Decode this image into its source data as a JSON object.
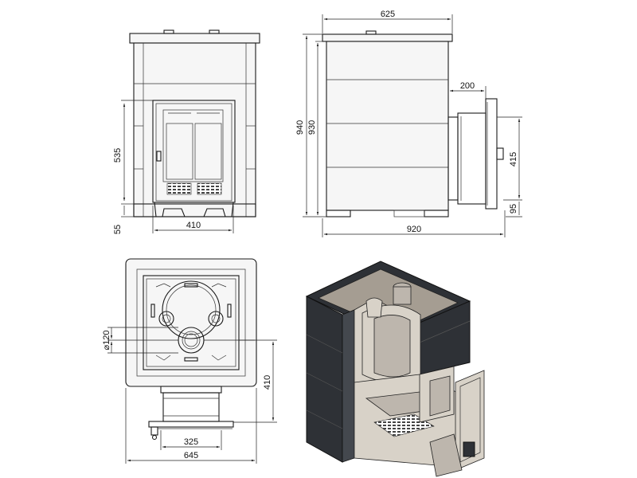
{
  "dimensions": {
    "front_height_overall": "940",
    "front_door_height": "535",
    "front_leg_height": "55",
    "front_door_width": "410",
    "side_top_width": "625",
    "side_body_height": "930",
    "side_depth_overall": "920",
    "side_tunnel_length": "200",
    "side_tunnel_height": "415",
    "side_tunnel_offset": "95",
    "top_flue_diameter": "⌀120",
    "top_tunnel_depth": "410",
    "top_tunnel_width": "325",
    "top_overall_width": "645"
  },
  "colors": {
    "line": "#1a1a1a",
    "stone": "#2e3136",
    "chamotte": "#bdb6ad",
    "chamotte_light": "#d8d2c8"
  }
}
